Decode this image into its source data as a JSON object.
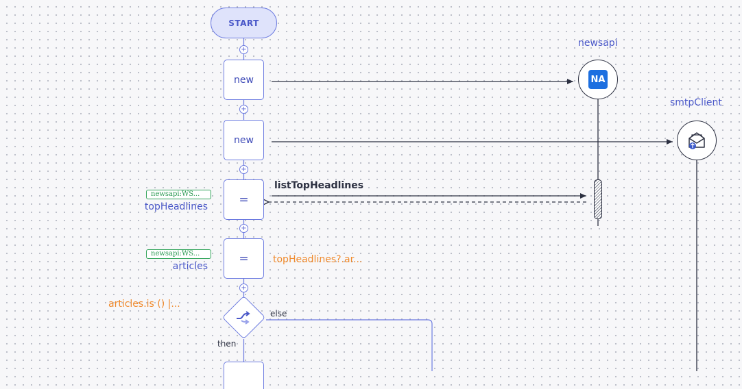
{
  "start": {
    "label": "START"
  },
  "steps": [
    {
      "label": "new"
    },
    {
      "label": "new"
    },
    {
      "label": "="
    },
    {
      "label": "="
    }
  ],
  "plus_symbol": "+",
  "actors": {
    "newsapi": {
      "name": "newsapi",
      "badge": "NA",
      "badge_color": "#1d6fe0"
    },
    "smtp": {
      "name": "smtpClient",
      "icon": "mail-icon"
    }
  },
  "variables": {
    "topHeadlines": {
      "type": "newsapi:WS...",
      "name": "topHeadlines"
    },
    "articles": {
      "type": "newsapi:WS...",
      "name": "articles",
      "expression": "topHeadlines?.ar..."
    }
  },
  "call": {
    "label": "listTopHeadlines"
  },
  "condition": {
    "expression": "articles.is () |...",
    "else_label": "else",
    "then_label": "then"
  },
  "colors": {
    "accent": "#6b7ae0",
    "line": "#2d3142",
    "expression": "#f08a2c",
    "type": "#31a45a"
  }
}
